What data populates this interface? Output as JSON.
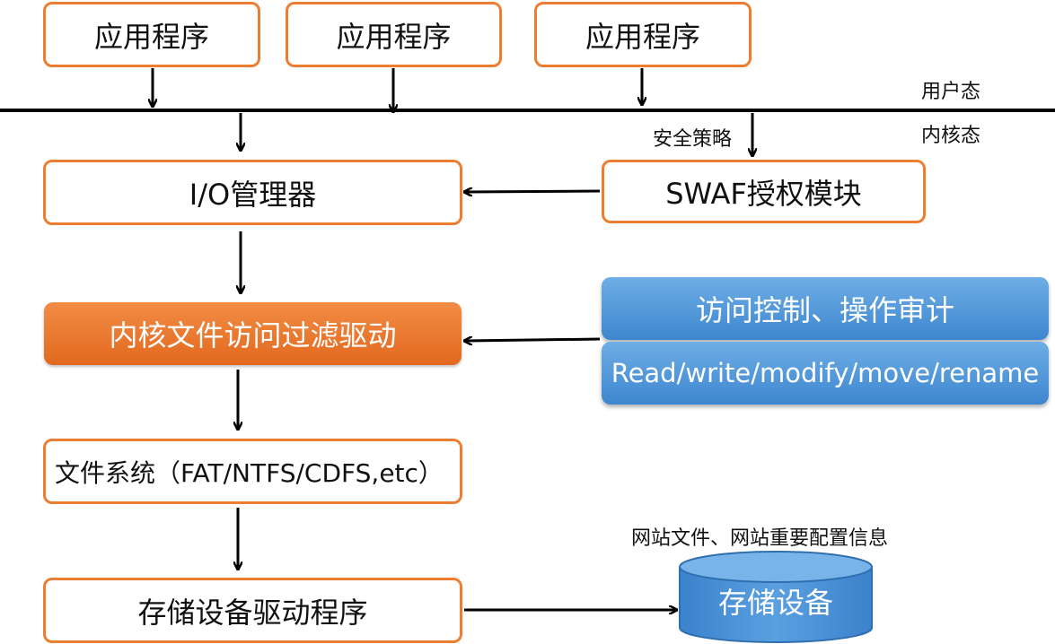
{
  "apps": [
    "应用程序",
    "应用程序",
    "应用程序"
  ],
  "labels": {
    "user_mode": "用户态",
    "kernel_mode": "内核态",
    "security_policy": "安全策略",
    "storage_note": "网站文件、网站重要配置信息"
  },
  "boxes": {
    "io_manager": "I/O管理器",
    "swaf_module": "SWAF授权模块",
    "filter_driver": "内核文件访问过滤驱动",
    "access_control": "访问控制、操作审计",
    "operations": "Read/write/modify/move/rename",
    "file_system": "文件系统（FAT/NTFS/CDFS,etc）",
    "storage_driver": "存储设备驱动程序",
    "storage_device": "存储设备"
  },
  "colors": {
    "box_border": "#ED7D31",
    "filter_fill": "#ED7D31",
    "blue_fill": "#4A90D9",
    "storage_fill": "#4A90D9"
  }
}
